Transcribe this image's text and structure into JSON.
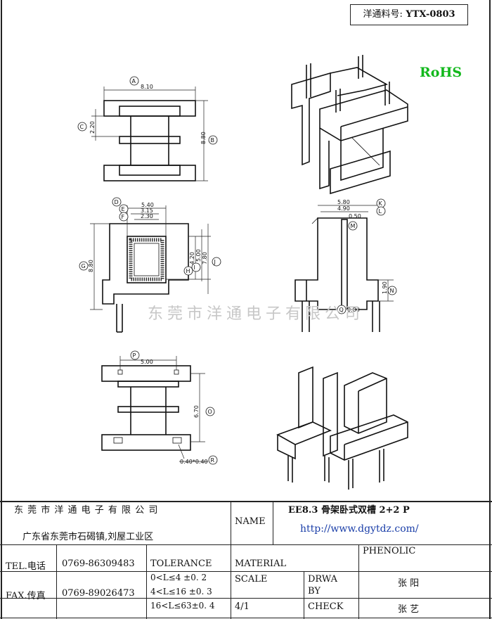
{
  "part_number": {
    "label": "洋通料号:",
    "value": "YTX-0803"
  },
  "rohs": "RoHS",
  "watermark": "东莞市洋通电子有限公司",
  "dimensions": {
    "A": "A",
    "A_val": "8.10",
    "B": "B",
    "B_val": "8.80",
    "C": "C",
    "C_val": "2.20",
    "D": "D",
    "D_val": "5.40",
    "E": "E",
    "E_val": "3.15",
    "F": "F",
    "F_val": "2.30",
    "G": "G",
    "G_val": "8.80",
    "H": "H",
    "H_val": "4.20",
    "I": "I",
    "I_val": "5.00",
    "J": "J",
    "J_val": "7.80",
    "K": "K",
    "K_val": "5.80",
    "L": "L",
    "L_val": "4.90",
    "M": "M",
    "M_val": "0.50",
    "N": "N",
    "N_val": "1.90",
    "O": "O",
    "O_val": "6.70",
    "P": "P",
    "P_val": "5.00",
    "Q": "Q",
    "Q_val": "0.80",
    "R": "R",
    "R_val": "0.40*0.40"
  },
  "title_block": {
    "company": "东 莞 市 洋 通 电 子 有 限 公 司",
    "address": "广东省东莞市石碣镇,刘屋工业区",
    "name_label": "NAME",
    "name_value": "EE8.3 骨架卧式双槽    2+2 P",
    "website": "http://www.dgytdz.com/",
    "tel_label": "TEL.电话",
    "tel_value": "0769-86309483",
    "fax_label": "FAX.传真",
    "fax_value": "0769-89026473",
    "tolerance_label": "TOLERANCE",
    "tolerance_lines": [
      "0<L≤4   ±0. 2",
      "4<L≤16  ±0. 3",
      "16<L≤63±0. 4"
    ],
    "material_label": "MATERIAL",
    "material_value": "PHENOLIC",
    "scale_label": "SCALE",
    "scale_value": "4/1",
    "drawn_label_1": "DRWA",
    "drawn_label_2": "BY",
    "drawn_value": "张  阳",
    "check_label": "CHECK",
    "check_value": "张  艺"
  }
}
